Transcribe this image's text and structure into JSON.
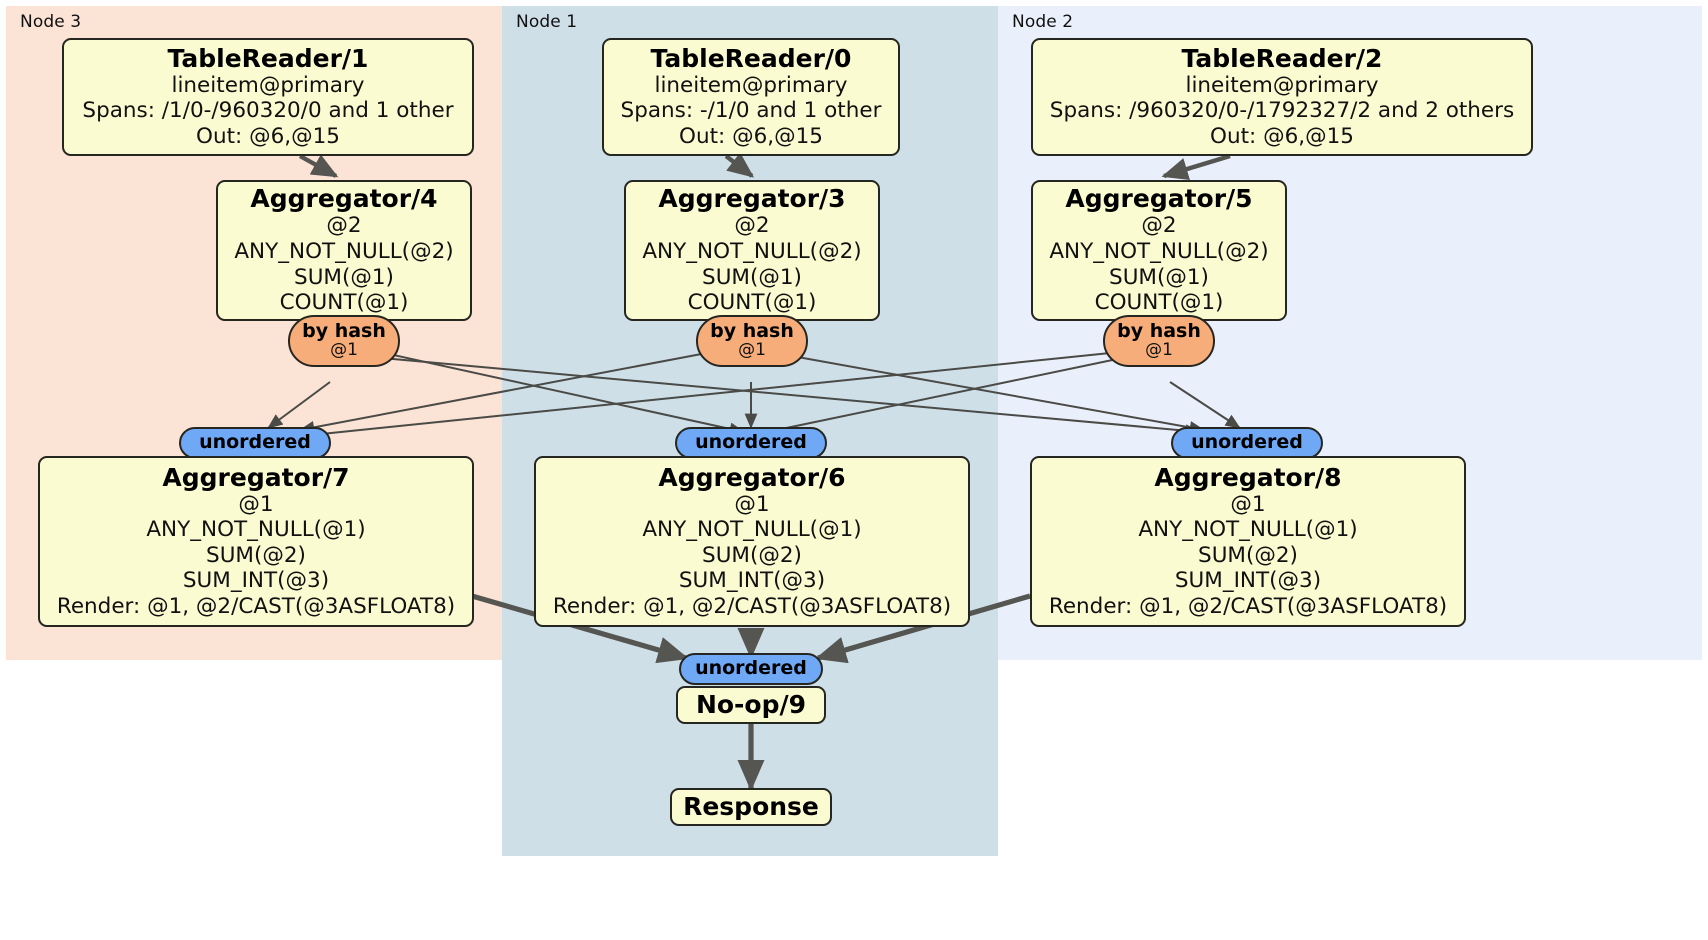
{
  "diagram": {
    "type": "distributed-query-plan",
    "colors": {
      "node3_bg": "#fbe3d5",
      "node1_bg": "#cfdfe8",
      "node2_bg": "#eaf0fb",
      "processor_box": "#fbfbd2",
      "hash_router": "#f7ad79",
      "unordered_router": "#6fa8f5",
      "border": "#262621",
      "edge_thin": "#4a4a46",
      "edge_thick": "#555551"
    }
  },
  "nodes": [
    {
      "id": "node3",
      "label": "Node 3"
    },
    {
      "id": "node1",
      "label": "Node 1"
    },
    {
      "id": "node2",
      "label": "Node 2"
    }
  ],
  "processors": {
    "table_reader_1": {
      "title": "TableReader/1",
      "lines": [
        "lineitem@primary",
        "Spans: /1/0-/960320/0 and 1 other",
        "Out: @6,@15"
      ]
    },
    "table_reader_0": {
      "title": "TableReader/0",
      "lines": [
        "lineitem@primary",
        "Spans: -/1/0 and 1 other",
        "Out: @6,@15"
      ]
    },
    "table_reader_2": {
      "title": "TableReader/2",
      "lines": [
        "lineitem@primary",
        "Spans: /960320/0-/1792327/2 and 2 others",
        "Out: @6,@15"
      ]
    },
    "aggregator_4": {
      "title": "Aggregator/4",
      "lines": [
        "@2",
        "ANY_NOT_NULL(@2)",
        "SUM(@1)",
        "COUNT(@1)"
      ]
    },
    "aggregator_3": {
      "title": "Aggregator/3",
      "lines": [
        "@2",
        "ANY_NOT_NULL(@2)",
        "SUM(@1)",
        "COUNT(@1)"
      ]
    },
    "aggregator_5": {
      "title": "Aggregator/5",
      "lines": [
        "@2",
        "ANY_NOT_NULL(@2)",
        "SUM(@1)",
        "COUNT(@1)"
      ]
    },
    "aggregator_7": {
      "title": "Aggregator/7",
      "lines": [
        "@1",
        "ANY_NOT_NULL(@1)",
        "SUM(@2)",
        "SUM_INT(@3)",
        "Render: @1, @2/CAST(@3ASFLOAT8)"
      ]
    },
    "aggregator_6": {
      "title": "Aggregator/6",
      "lines": [
        "@1",
        "ANY_NOT_NULL(@1)",
        "SUM(@2)",
        "SUM_INT(@3)",
        "Render: @1, @2/CAST(@3ASFLOAT8)"
      ]
    },
    "aggregator_8": {
      "title": "Aggregator/8",
      "lines": [
        "@1",
        "ANY_NOT_NULL(@1)",
        "SUM(@2)",
        "SUM_INT(@3)",
        "Render: @1, @2/CAST(@3ASFLOAT8)"
      ]
    },
    "no_op_9": {
      "title": "No-op/9",
      "lines": []
    },
    "response": {
      "title": "Response",
      "lines": []
    }
  },
  "routers": {
    "hash_left": {
      "label": "by hash",
      "sub": "@1"
    },
    "hash_mid": {
      "label": "by hash",
      "sub": "@1"
    },
    "hash_right": {
      "label": "by hash",
      "sub": "@1"
    },
    "unord_left": {
      "label": "unordered",
      "sub": ""
    },
    "unord_mid": {
      "label": "unordered",
      "sub": ""
    },
    "unord_right": {
      "label": "unordered",
      "sub": ""
    },
    "unord_final": {
      "label": "unordered",
      "sub": ""
    }
  }
}
